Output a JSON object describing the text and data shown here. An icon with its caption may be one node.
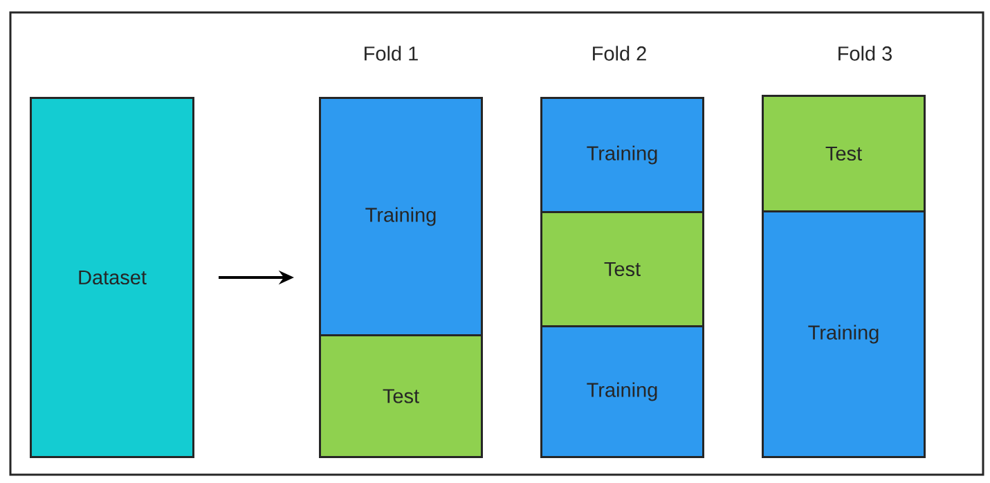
{
  "diagram": {
    "nodes": [
      {
        "text": [
          "Dataset"
        ]
      },
      {
        "text": [
          "Training"
        ]
      },
      {
        "text": [
          "Test"
        ]
      },
      {
        "text": [
          "Training"
        ]
      },
      {
        "text": [
          "Test"
        ]
      },
      {
        "text": [
          "Training"
        ]
      },
      {
        "text": [
          "Test"
        ]
      },
      {
        "text": [
          "Training"
        ]
      }
    ],
    "edges": [
      {
        "from": 0,
        "to": 1,
        "arrow": "to"
      }
    ],
    "labels": [
      "Fold 1",
      "Fold 2",
      "Fold 3"
    ]
  }
}
